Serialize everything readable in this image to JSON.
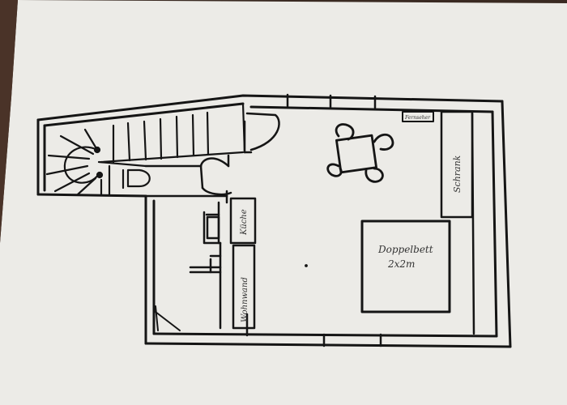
{
  "labels": {
    "schrank": "Schrank",
    "bett": "Doppelbett",
    "bett_size": "2x2m",
    "kueche": "Küche",
    "wohnwand": "Wohnwand",
    "tv": "Fernseher"
  },
  "colors": {
    "paper": "#ecebe7",
    "ink": "#151515",
    "background": "#3a2a22"
  }
}
